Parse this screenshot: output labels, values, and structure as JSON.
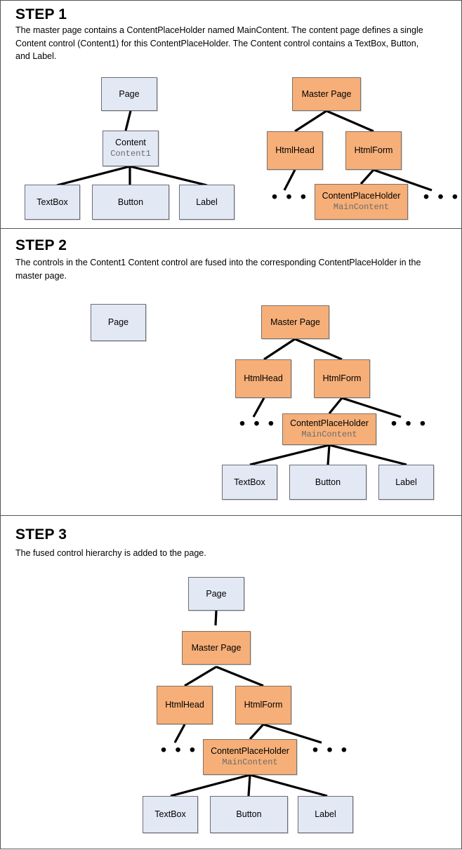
{
  "colors": {
    "blue_fill": "#e2e9f4",
    "orange_fill": "#f6af78",
    "box_border": "#777777",
    "line": "#000000",
    "frame": "#555555",
    "sub_text": "#6b6b6b"
  },
  "steps": [
    {
      "title": "STEP 1",
      "description": "The master page contains a ContentPlaceHolder named MainContent. The content page defines a single Content control (Content1) for this ContentPlaceHolder. The Content control contains a TextBox, Button, and Label.",
      "nodes": {
        "page": "Page",
        "content": "Content",
        "content_sub": "Content1",
        "textbox": "TextBox",
        "button": "Button",
        "label": "Label",
        "master_page": "Master Page",
        "html_head": "HtmlHead",
        "html_form": "HtmlForm",
        "content_placeholder": "ContentPlaceHolder",
        "content_placeholder_sub": "MainContent",
        "ellipsis_left": "• • •",
        "ellipsis_right": "• • •"
      }
    },
    {
      "title": "STEP 2",
      "description": "The controls in the Content1 Content control are fused into the corresponding ContentPlaceHolder in the master page.",
      "nodes": {
        "page": "Page",
        "master_page": "Master Page",
        "html_head": "HtmlHead",
        "html_form": "HtmlForm",
        "content_placeholder": "ContentPlaceHolder",
        "content_placeholder_sub": "MainContent",
        "textbox": "TextBox",
        "button": "Button",
        "label": "Label",
        "ellipsis_left": "• • •",
        "ellipsis_right": "• • •"
      }
    },
    {
      "title": "STEP 3",
      "description": "The fused control hierarchy is added to the page.",
      "nodes": {
        "page": "Page",
        "master_page": "Master Page",
        "html_head": "HtmlHead",
        "html_form": "HtmlForm",
        "content_placeholder": "ContentPlaceHolder",
        "content_placeholder_sub": "MainContent",
        "textbox": "TextBox",
        "button": "Button",
        "label": "Label",
        "ellipsis_left": "• • •",
        "ellipsis_right": "• • •"
      }
    }
  ]
}
